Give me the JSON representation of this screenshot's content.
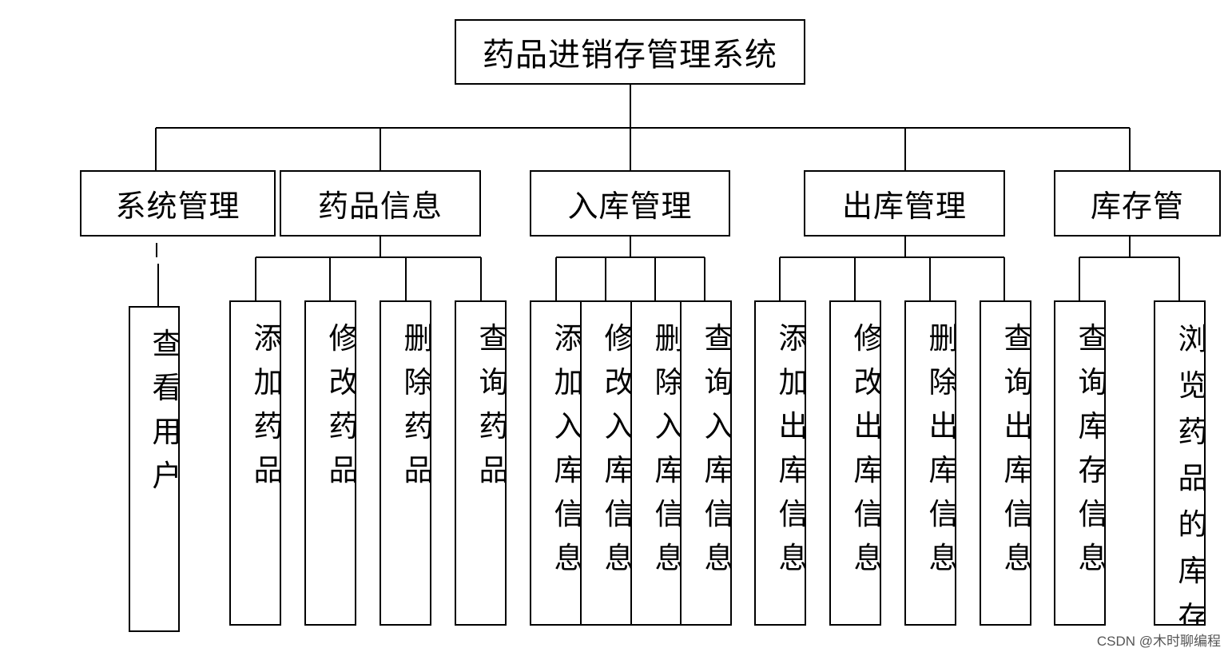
{
  "root": {
    "label": "药品进销存管理系统"
  },
  "modules": [
    {
      "label": "系统管理",
      "functions": [
        "查看用户"
      ]
    },
    {
      "label": "药品信息",
      "functions": [
        "添加药品",
        "修改药品",
        "删除药品",
        "查询药品"
      ]
    },
    {
      "label": "入库管理",
      "functions": [
        "添加入库信息",
        "修改入库信息",
        "删除入库信息",
        "查询入库信息"
      ]
    },
    {
      "label": "出库管理",
      "functions": [
        "添加出库信息",
        "修改出库信息",
        "删除出库信息",
        "查询出库信息"
      ]
    },
    {
      "label": "库存管",
      "functions": [
        "查询库存信息",
        "浏览药品的库存"
      ]
    }
  ],
  "watermark": "CSDN @木时聊编程"
}
